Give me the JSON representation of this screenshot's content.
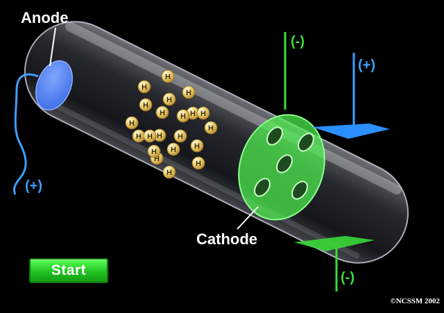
{
  "labels": {
    "anode": "Anode",
    "cathode": "Cathode",
    "top_wire_sign": "(-)",
    "top_plate_sign": "(+)",
    "anode_wire_sign": "(+)",
    "bottom_plate_sign": "(-)"
  },
  "particle_symbol": "H",
  "start_button": {
    "label": "Start"
  },
  "copyright": "©NCSSM 2002",
  "colors": {
    "background": "#000000",
    "anode": "#5a8cff",
    "cathode": "#4ef24e",
    "positive": "#3da0ff",
    "negative": "#38e038",
    "particle": "#e6c45a",
    "button": "#2ad42a"
  },
  "icons": [
    "start-button"
  ]
}
